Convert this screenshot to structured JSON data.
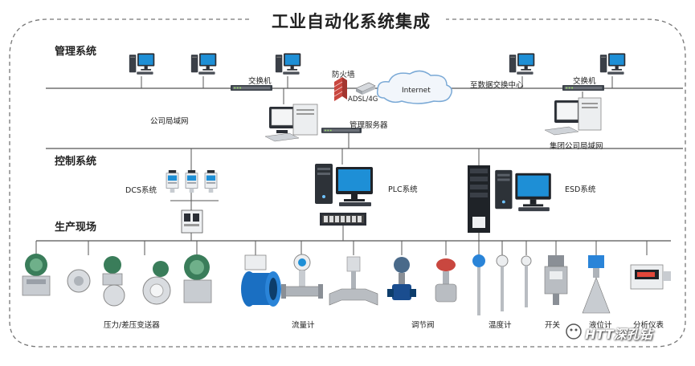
{
  "title": "工业自动化系统集成",
  "sections": {
    "management": "管理系统",
    "control": "控制系统",
    "field": "生产现场"
  },
  "network": {
    "switch_left": "交换机",
    "switch_right": "交换机",
    "firewall": "防火墙",
    "adsl": "ADSL/4G",
    "internet": "Internet",
    "to_datacenter": "至数据交换中心",
    "company_lan": "公司局域网",
    "mgmt_server": "管理服务器",
    "group_lan": "集团公司局域网"
  },
  "control": {
    "dcs": "DCS系统",
    "plc": "PLC系统",
    "esd": "ESD系统"
  },
  "field": {
    "pressure": "压力/差压变送器",
    "flow": "流量计",
    "valve": "调节阀",
    "temperature": "温度计",
    "switch": "开关",
    "level": "液位计",
    "analyzer": "分析仪表"
  },
  "watermark": "HTT深孔钻",
  "colors": {
    "line": "#555555",
    "monitor": "#1e8fd6",
    "pc_body": "#e8e8e8",
    "device_dark": "#2b2f36",
    "instrument_blue": "#1a6fc2",
    "instrument_green": "#3a7d5a"
  }
}
